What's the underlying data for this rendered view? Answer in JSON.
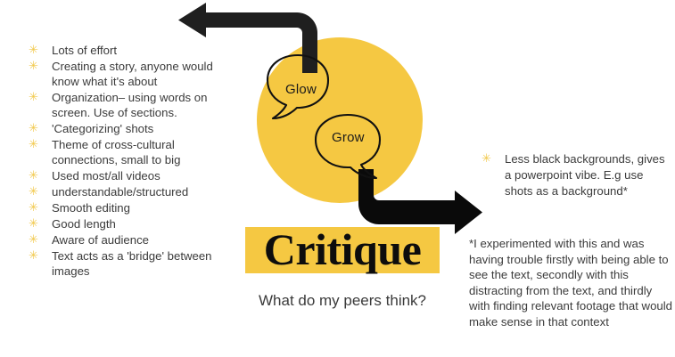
{
  "slide": {
    "colors": {
      "accent_yellow": "#F5C842",
      "bullet_gold": "#F2C94C",
      "arrow_black": "#1a1a1a",
      "body_text": "#3b3b3b"
    },
    "center": {
      "bubbles": [
        {
          "label": "Glow",
          "name": "glow-bubble"
        },
        {
          "label": "Grow",
          "name": "grow-bubble"
        }
      ],
      "title": "Critique",
      "subtitle": "What do my peers think?"
    },
    "left_list": {
      "bullet_glyph": "✳",
      "items": [
        "Lots of effort",
        "Creating a story, anyone would know what it's about",
        "Organization– using words on screen. Use of sections.",
        "'Categorizing' shots",
        "Theme of cross-cultural connections, small to big",
        "Used most/all videos",
        "understandable/structured",
        "Smooth editing",
        "Good length",
        "Aware of audience",
        "Text acts as a 'bridge' between images"
      ]
    },
    "right_list": {
      "bullet_glyph": "✳",
      "items": [
        "Less black backgrounds, gives a powerpoint vibe. E.g use shots as a background*"
      ]
    },
    "footnote": "*I experimented with this and was having trouble firstly with being able to see the text, secondly with this distracting from the text, and thirdly with finding relevant footage that would make sense in that context"
  }
}
